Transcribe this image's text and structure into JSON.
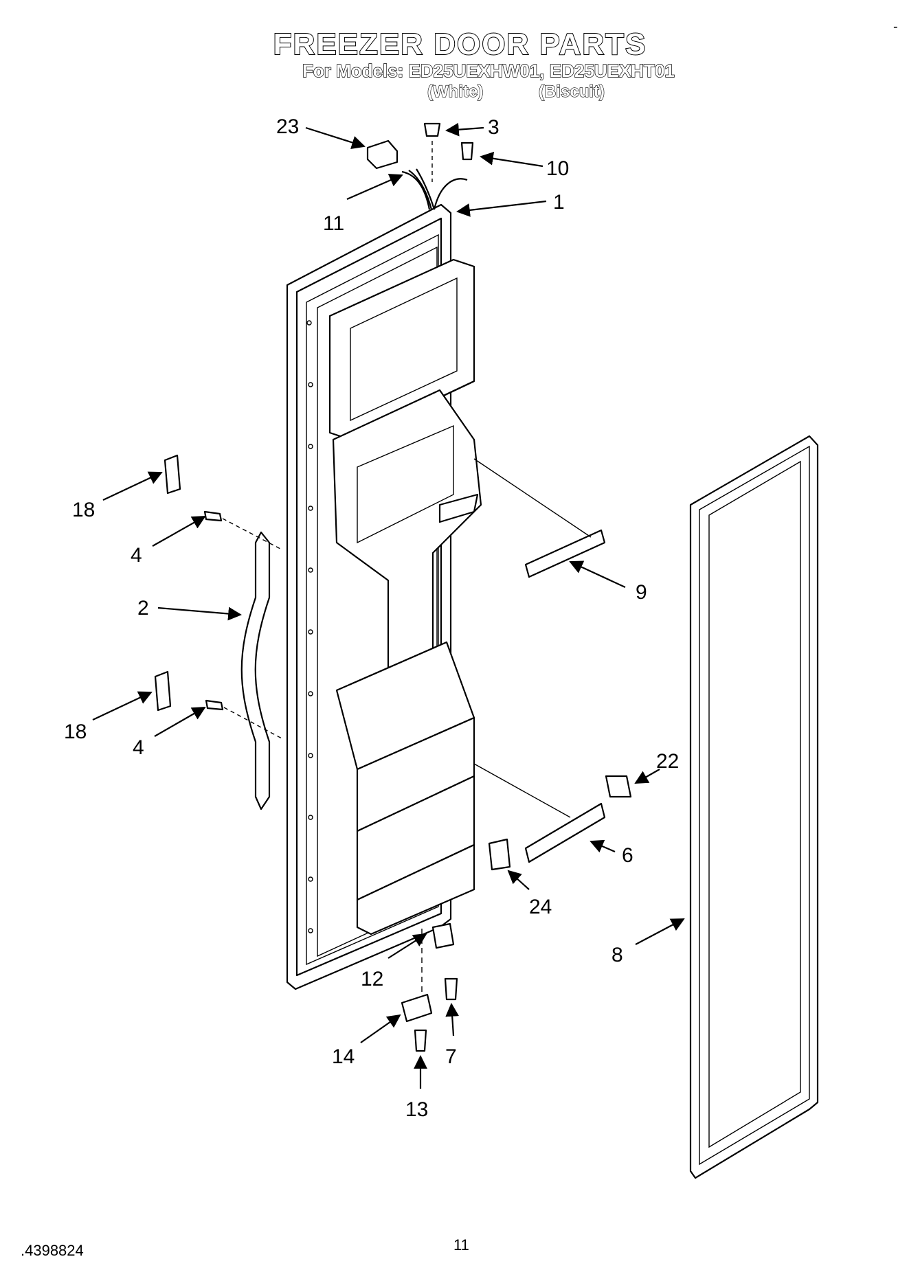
{
  "header": {
    "title": "FREEZER DOOR PARTS",
    "models_line": "For Models: ED25UEXHW01, ED25UEXHT01",
    "variant_1": "(White)",
    "variant_2": "(Biscuit)"
  },
  "footer": {
    "document_number": ".4398824",
    "page_number": "11"
  },
  "corner_mark": "-",
  "callouts": [
    {
      "id": "23",
      "label": "23"
    },
    {
      "id": "3",
      "label": "3"
    },
    {
      "id": "10",
      "label": "10"
    },
    {
      "id": "11",
      "label": "11"
    },
    {
      "id": "1",
      "label": "1"
    },
    {
      "id": "18a",
      "label": "18"
    },
    {
      "id": "4a",
      "label": "4"
    },
    {
      "id": "2",
      "label": "2"
    },
    {
      "id": "9",
      "label": "9"
    },
    {
      "id": "18b",
      "label": "18"
    },
    {
      "id": "4b",
      "label": "4"
    },
    {
      "id": "22",
      "label": "22"
    },
    {
      "id": "6",
      "label": "6"
    },
    {
      "id": "24",
      "label": "24"
    },
    {
      "id": "8",
      "label": "8"
    },
    {
      "id": "12",
      "label": "12"
    },
    {
      "id": "14",
      "label": "14"
    },
    {
      "id": "7",
      "label": "7"
    },
    {
      "id": "13",
      "label": "13"
    }
  ]
}
